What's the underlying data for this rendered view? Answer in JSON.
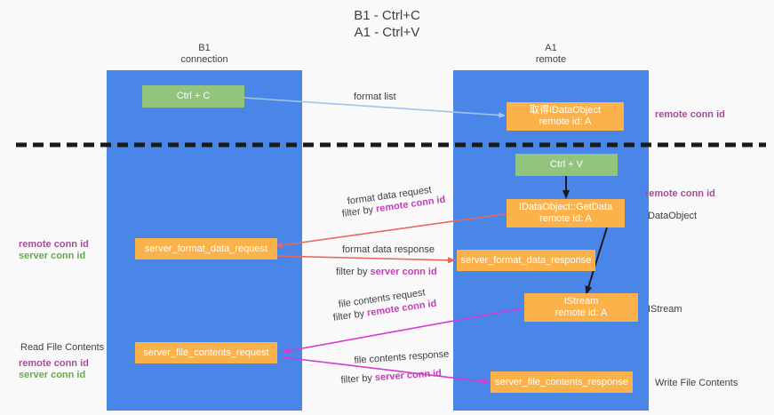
{
  "title": {
    "line1": "B1 - Ctrl+C",
    "line2": "A1 - Ctrl+V"
  },
  "lanes": [
    {
      "id": "b1",
      "name": "B1",
      "sub": "connection",
      "color": "#4a86e8"
    },
    {
      "id": "a1",
      "name": "A1",
      "sub": "remote",
      "color": "#4a86e8"
    }
  ],
  "nodes": {
    "ctrl_c": {
      "line1": "Ctrl + C",
      "line2": "",
      "color": "#93c47d"
    },
    "get_idataobject": {
      "line1": "取得IDataObject",
      "line2": "remote id: A",
      "color": "#fbb24a"
    },
    "ctrl_v": {
      "line1": "Ctrl + V",
      "line2": "",
      "color": "#93c47d"
    },
    "idataobject_getdata": {
      "line1": "IDataObject::GetData",
      "line2": "remote id: A",
      "color": "#fbb24a"
    },
    "server_format_data_request": {
      "line1": "server_format_data_request",
      "line2": "",
      "color": "#fbb24a"
    },
    "server_format_data_response": {
      "line1": "server_format_data_response",
      "line2": "",
      "color": "#fbb24a"
    },
    "istream": {
      "line1": "IStream",
      "line2": "remote id: A",
      "color": "#fbb24a"
    },
    "server_file_contents_request": {
      "line1": "server_file_contents_request",
      "line2": "",
      "color": "#fbb24a"
    },
    "server_file_contents_response": {
      "line1": "server_file_contents_response",
      "line2": "",
      "color": "#fbb24a"
    }
  },
  "edge_labels": {
    "format_list": "format list",
    "format_data_request": "format data request",
    "format_data_request_filter_prefix": "filter by ",
    "format_data_request_filter_key": "remote conn id",
    "format_data_response": "format data response",
    "format_data_response_filter_prefix": "filter by ",
    "format_data_response_filter_key": "server conn id",
    "file_contents_request": "file contents request",
    "file_contents_request_filter_prefix": "filter by ",
    "file_contents_request_filter_key": "remote conn id",
    "file_contents_response": "file contents response",
    "file_contents_response_filter_prefix": "filter by ",
    "file_contents_response_filter_key": "server conn id"
  },
  "annotations": {
    "right_remote_conn_id_top": "remote conn id",
    "right_remote_conn_id_mid": "remote conn id",
    "right_dataobject": "DataObject",
    "right_istream": "IStream",
    "right_write_file_contents": "Write File Contents",
    "left_read_file_contents": "Read File Contents",
    "left_remote_conn_id_1": "remote conn id",
    "left_server_conn_id_1": "server conn id",
    "left_remote_conn_id_2": "remote conn id",
    "left_server_conn_id_2": "server conn id"
  },
  "colors": {
    "lane": "#4a86e8",
    "green_node": "#93c47d",
    "orange_node": "#fbb24a",
    "purple_key": "#c33fb5",
    "green_key": "#6aa84f",
    "arrow_blue": "#9fc5e8",
    "arrow_red": "#e8685d",
    "arrow_magenta": "#d63bd1",
    "arrow_black": "#1a1a1a",
    "divider": "#1a1a1a",
    "background": "#f9f9f9"
  }
}
